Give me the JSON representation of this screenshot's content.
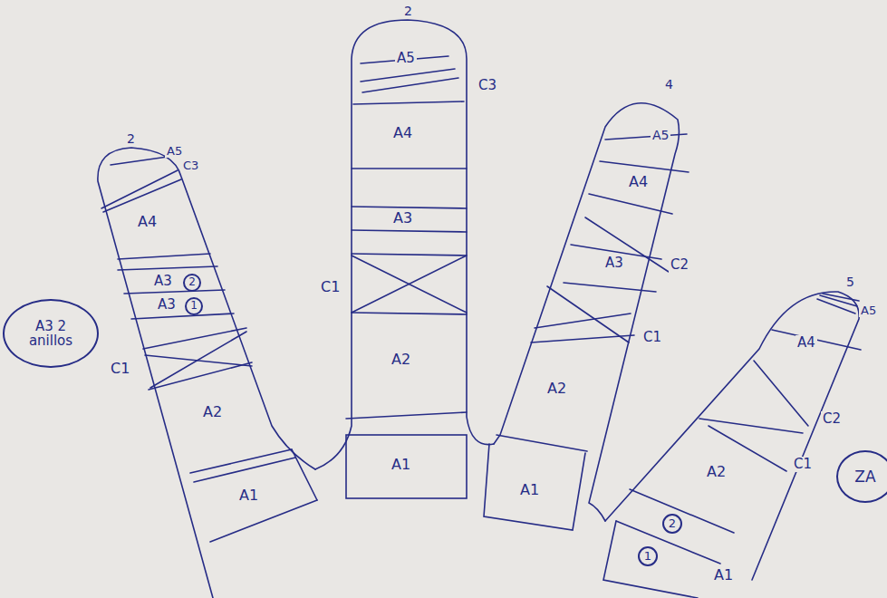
{
  "diagram": {
    "nodes": [
      {
        "text": [
          "A3 2 anillos"
        ]
      },
      {
        "text": [
          "2"
        ]
      },
      {
        "text": [
          "1"
        ]
      },
      {
        "text": [
          "2"
        ]
      },
      {
        "text": [
          "1"
        ]
      },
      {
        "text": [
          "ZA"
        ]
      }
    ],
    "labels": [
      "2",
      "A5",
      "C3",
      "A4",
      "A3",
      "A3",
      "C1",
      "A2",
      "A1",
      "2",
      "A5",
      "C3",
      "A4",
      "A3",
      "C1",
      "A2",
      "A1",
      "4",
      "A5",
      "A4",
      "C2",
      "A3",
      "C1",
      "A2",
      "A1",
      "5",
      "A5",
      "A4",
      "C2",
      "C1",
      "A2",
      "A1"
    ]
  }
}
